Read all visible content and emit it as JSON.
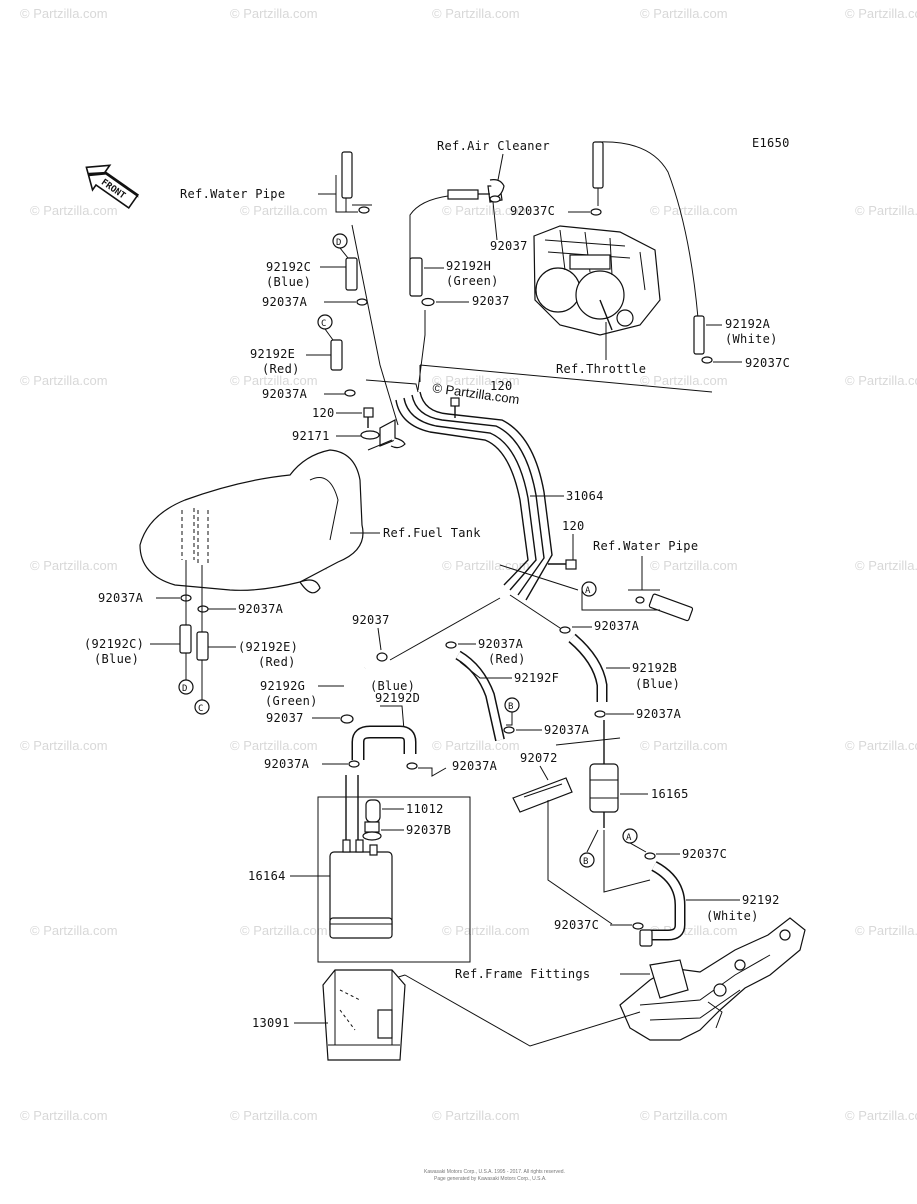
{
  "diagram_code": "E1650",
  "front_label": "FRONT",
  "watermark": "© Partzilla.com",
  "inline_watermark": "© Partzilla.com",
  "footer": {
    "line1": "Kawasaki Motors Corp., U.S.A. 1995 - 2017. All rights reserved.",
    "line2": "Page generated by Kawasaki Motors Corp., U.S.A."
  },
  "labels": {
    "ref_air_cleaner": "Ref.Air Cleaner",
    "ref_water_pipe_top": "Ref.Water Pipe",
    "p92037C_top": "92037C",
    "p92037_a": "92037",
    "p92192C": "92192C",
    "blue_1": "(Blue)",
    "p92192H": "92192H",
    "green_1": "(Green)",
    "p92037A_1": "92037A",
    "p92037_b": "92037",
    "p92192A": "92192A",
    "white_1": "(White)",
    "p92192E": "92192E",
    "red_1": "(Red)",
    "p92037C_2": "92037C",
    "ref_throttle": "Ref.Throttle",
    "p92037A_2": "92037A",
    "p120_top": "120",
    "p120_a": "120",
    "p92171": "92171",
    "p31064": "31064",
    "ref_fuel_tank": "Ref.Fuel Tank",
    "p120_b": "120",
    "ref_water_pipe_mid": "Ref.Water Pipe",
    "p92037A_3": "92037A",
    "p92037A_4": "92037A",
    "p92037_c": "92037",
    "p92037A_5": "92037A",
    "p92192C_paren": "(92192C)",
    "blue_2": "(Blue)",
    "p92192E_paren": "(92192E)",
    "red_2": "(Red)",
    "p92037A_6": "92037A",
    "red_3": "(Red)",
    "p92192B": "92192B",
    "blue_3": "(Blue)",
    "p92192G": "92192G",
    "green_2": "(Green)",
    "blue_4": "(Blue)",
    "p92192D": "92192D",
    "p92192F": "92192F",
    "p92037_d": "92037",
    "p92037A_7": "92037A",
    "p92037A_8": "92037A",
    "p92072": "92072",
    "p92037A_9": "92037A",
    "p92037A_10": "92037A",
    "p16165": "16165",
    "p11012": "11012",
    "p92037B": "92037B",
    "p16164": "16164",
    "p92037C_3": "92037C",
    "p92192": "92192",
    "white_2": "(White)",
    "p92037C_4": "92037C",
    "ref_frame_fittings": "Ref.Frame Fittings",
    "p13091": "13091"
  },
  "markers": {
    "d": "D",
    "c": "C",
    "a": "A",
    "b": "B"
  }
}
